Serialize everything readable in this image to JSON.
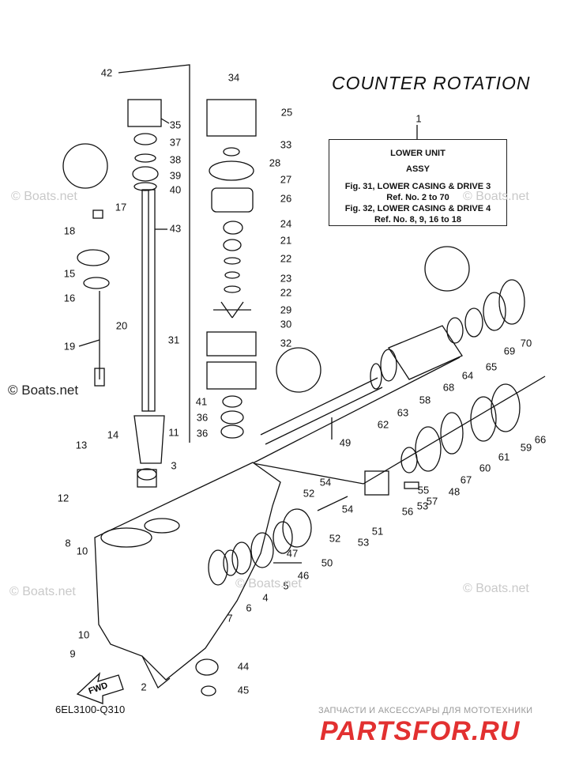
{
  "title": "COUNTER ROTATION",
  "ref_box": {
    "number": "1",
    "line1": "LOWER UNIT",
    "line2": "ASSY",
    "line3": "Fig. 31, LOWER CASING & DRIVE 3",
    "line4": "Ref. No. 2 to 70",
    "line5": "Fig. 32, LOWER CASING & DRIVE 4",
    "line6": "Ref. No. 8, 9, 16 to 18"
  },
  "callouts": [
    "42",
    "34",
    "35",
    "25",
    "37",
    "33",
    "38",
    "28",
    "39",
    "27",
    "40",
    "26",
    "17",
    "43",
    "24",
    "18",
    "21",
    "22",
    "15",
    "23",
    "22",
    "16",
    "29",
    "20",
    "30",
    "31",
    "19",
    "32",
    "41",
    "36",
    "36",
    "11",
    "3",
    "14",
    "13",
    "12",
    "8",
    "10",
    "7",
    "6",
    "4",
    "5",
    "10",
    "9",
    "2",
    "44",
    "45",
    "46",
    "47",
    "50",
    "52",
    "52",
    "53",
    "54",
    "54",
    "51",
    "53",
    "55",
    "56",
    "57",
    "48",
    "67",
    "60",
    "61",
    "59",
    "66",
    "62",
    "63",
    "58",
    "68",
    "49",
    "64",
    "65",
    "69",
    "70"
  ],
  "watermark_main": "© Boats.net",
  "watermark_faint": "© Boats.net",
  "part_code": "6EL3100-Q310",
  "shop_tagline": "ЗАПЧАСТИ И АКСЕССУАРЫ ДЛЯ МОТОТЕХНИКИ",
  "shop_logo": "PARTSFOR.RU",
  "fwd_label": "FWD"
}
